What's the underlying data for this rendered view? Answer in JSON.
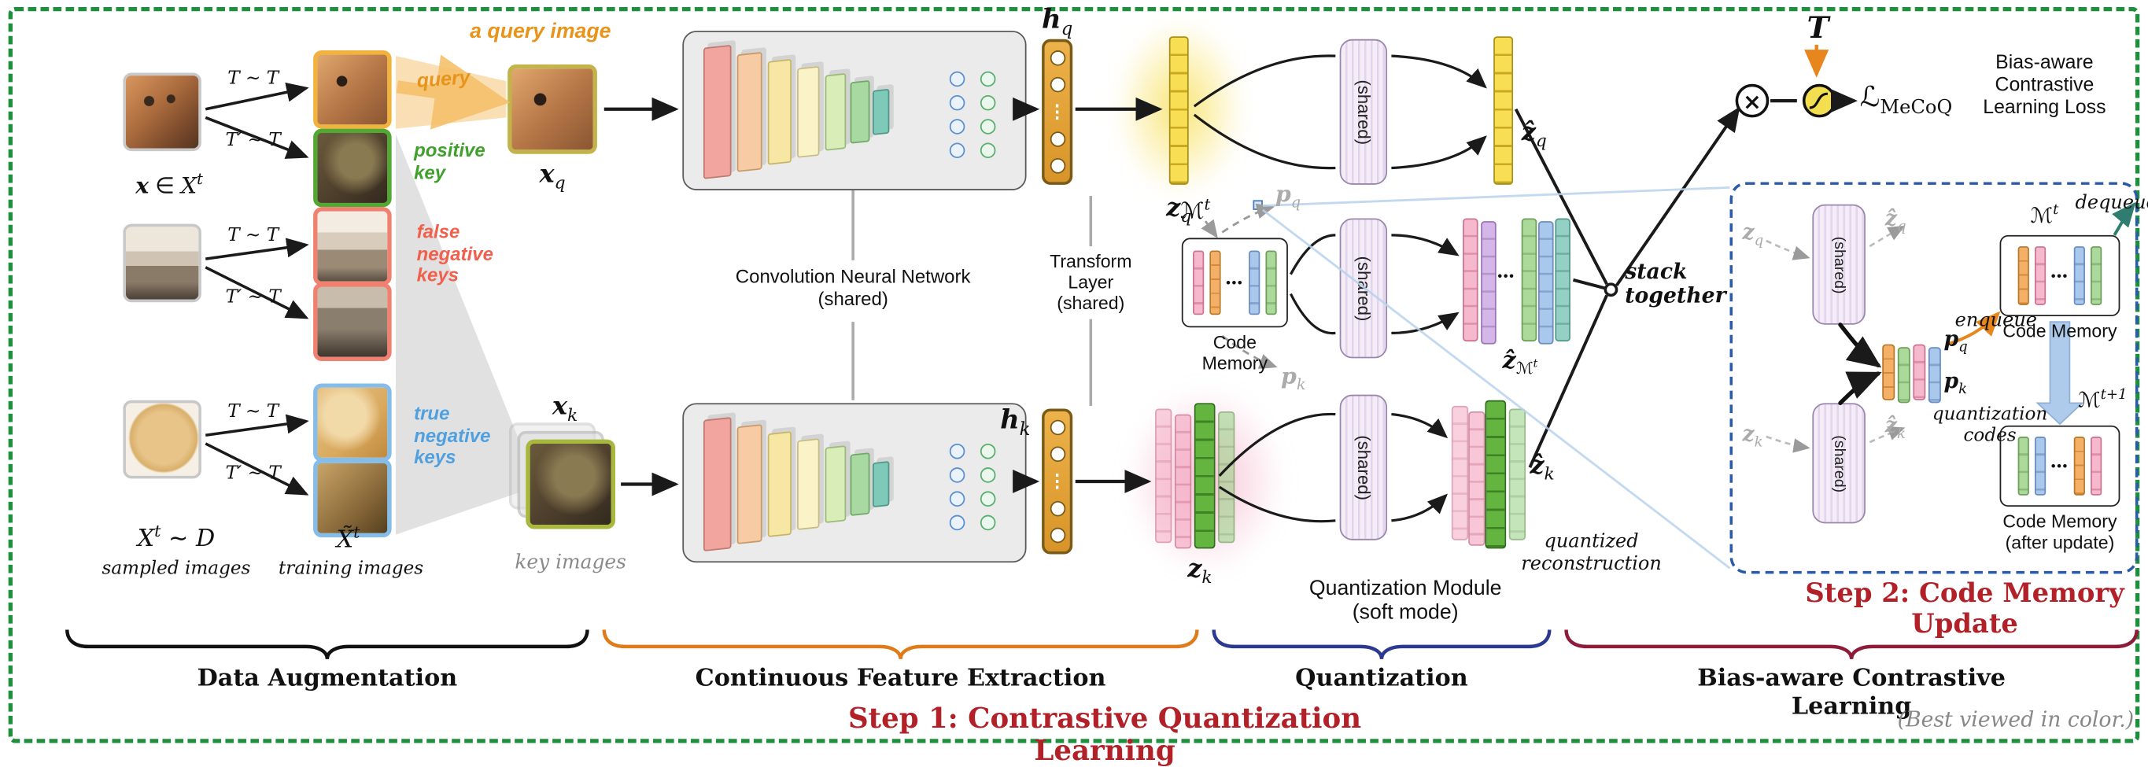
{
  "titles": {
    "step1": "Step 1: Contrastive Quantization Learning",
    "step2": "Step 2: Code Memory Update",
    "best_viewed": "(Best viewed in color.)"
  },
  "sections": {
    "data_augmentation": "Data Augmentation",
    "feature_extraction": "Continuous Feature Extraction",
    "quantization": "Quantization",
    "bias_aware": "Bias-aware Contrastive Learning"
  },
  "annotations": {
    "a_query_image": "a query image",
    "query": "query",
    "positive_key": "positive\nkey",
    "false_negative_keys": "false\nnegative\nkeys",
    "true_negative_keys": "true\nnegative\nkeys",
    "key_images": "key images",
    "sampled_images": "sampled images",
    "training_images": "training images",
    "transform_top": "T ∼ T",
    "transform_bottom": "T′ ∼ T",
    "stack_together": "stack\ntogether",
    "quantized_reconstruction": "quantized\nreconstruction",
    "quantization_codes": "quantization\ncodes",
    "enqueue": "enqueue",
    "dequeue": "dequeue",
    "loss_caption": "Bias-aware Contrastive\nLearning Loss"
  },
  "modules": {
    "shared": "(shared)",
    "cnn": "Convolution Neural Network\n(shared)",
    "transform_layer": "Transform\nLayer\n(shared)",
    "quantization_module": "Quantization Module\n(soft mode)",
    "code_memory": "Code Memory",
    "code_memory_after": "Code Memory\n(after update)"
  },
  "math": {
    "x": "x",
    "h": "h",
    "z": "z",
    "zhat": "ẑ",
    "p": "p",
    "q": "q",
    "k": "k",
    "t": "t",
    "t_plus_1": "t+1",
    "in": "∈",
    "X": "X",
    "X_tilde": "X̃",
    "sim": "∼",
    "D": "D",
    "M": "ℳ",
    "L": "ℒ",
    "loss_sub": "MeCoQ",
    "tau": "T",
    "times": "×"
  },
  "misc": {
    "ellipsis": "•••",
    "vdots": "⋮"
  },
  "colors": {
    "frame_green": "#1E8F3C",
    "query_orange": "#E8941A",
    "positive_green": "#3FA02C",
    "false_negative_red": "#F0604C",
    "true_negative_blue": "#4FA0E0",
    "step_red": "#B22028",
    "brace_orange": "#E07B1A",
    "brace_navy": "#2B3990",
    "brace_darkred": "#8E1B3A",
    "memory_box_blue": "#2B5BA8"
  }
}
